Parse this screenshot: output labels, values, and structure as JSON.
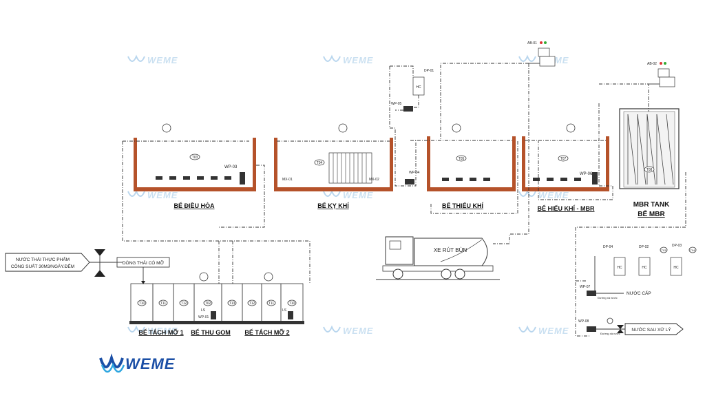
{
  "brand": {
    "name": "WEME",
    "colors": {
      "primary": "#1b4fa6",
      "accent": "#2da6e0",
      "tank_wall": "#b5522a"
    }
  },
  "watermark": "WEME",
  "source": {
    "line1": "NƯỚC THẢI THỰC PHẨM",
    "line2": "CÔNG SUẤT 30M3/NGÀY.ĐÊM"
  },
  "labels": {
    "grease_flow": "DÒNG THẢI CÓ MỠ",
    "equalization": "BỂ ĐIỀU HÒA",
    "anaerobic": "BỂ KỴ KHÍ",
    "anoxic": "BỂ THIẾU KHÍ",
    "aerobic": "BỂ HIẾU KHÍ - MBR",
    "mbr_tank": "MBR TANK",
    "mbr_tank_vi": "BỂ MBR",
    "grease_trap_1": "BỂ TÁCH MỠ 1",
    "collection": "BỂ THU GOM",
    "grease_trap_2": "BỂ TÁCH MỠ 2",
    "sludge_truck": "XE RÚT BÙN",
    "supply_water": "NƯỚC CẤP",
    "treated_water": "NƯỚC SAU XỬ LÝ"
  },
  "equipment": {
    "ab01": "AB-01",
    "ab02": "AB-02",
    "dp01": "DP-01",
    "dp02": "DP-02",
    "dp03": "DP-03",
    "dp04": "DP-04",
    "wp03": "WP-03",
    "wp04": "WP-04",
    "wp05": "WP-05",
    "wp06": "WP-06",
    "wp07": "WP-07",
    "wp08": "WP-08",
    "mx01": "MX-01",
    "mx02": "MX-02",
    "t00": "T00",
    "t03": "T03",
    "t04": "T04",
    "t05": "T05",
    "t06": "T06",
    "t07": "T07",
    "t08": "T08",
    "t02": "T02",
    "t10": "T10",
    "t11": "T11",
    "t12": "T12",
    "t13": "T13",
    "ls": "LS",
    "wp01": "WP-01",
    "hc": "HC",
    "supply_note": "Đường xả nước",
    "treated_note": "Đường xả nước"
  }
}
